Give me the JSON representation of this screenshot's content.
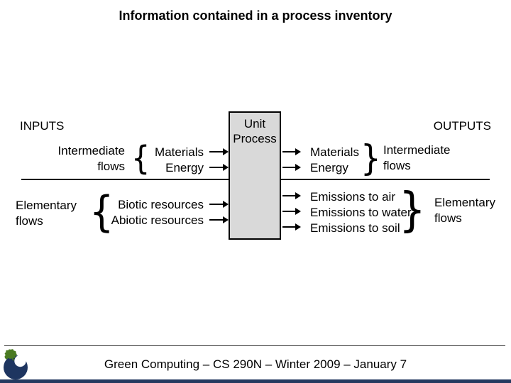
{
  "title": "Information contained in a process inventory",
  "inputs": {
    "section_label": "INPUTS",
    "intermediate": {
      "label": "Intermediate flows",
      "items": [
        "Materials",
        "Energy"
      ]
    },
    "elementary": {
      "label": "Elementary flows",
      "items": [
        "Biotic resources",
        "Abiotic resources"
      ]
    }
  },
  "process": {
    "label": "Unit Process"
  },
  "outputs": {
    "section_label": "OUTPUTS",
    "intermediate": {
      "label": "Intermediate flows",
      "items": [
        "Materials",
        "Energy"
      ]
    },
    "elementary": {
      "label": "Elementary flows",
      "items": [
        "Emissions to air",
        "Emissions to water",
        "Emissions to soil"
      ]
    }
  },
  "footer": {
    "text": "Green Computing – CS 290N – Winter 2009 – January 7"
  },
  "glyphs": {
    "brace_left": "{",
    "brace_right": "}"
  },
  "colors": {
    "box_fill": "#d9d9d9",
    "bottom_bar": "#253a60",
    "logo_navy": "#1e3560",
    "logo_green": "#4a7a22",
    "line": "#000000"
  }
}
